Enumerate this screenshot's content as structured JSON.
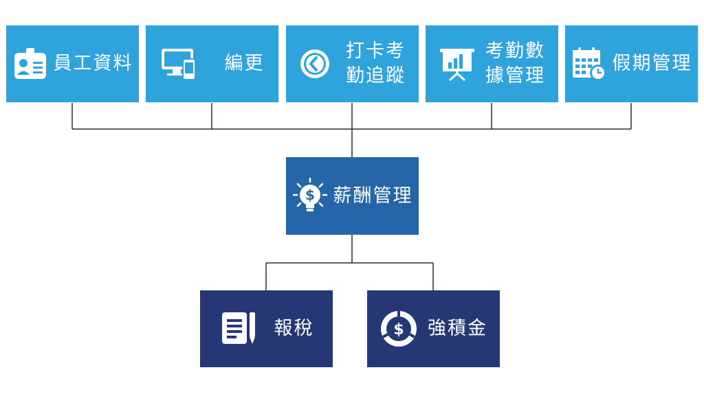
{
  "top_row": [
    {
      "label": "員工資料",
      "icon": "employee-badge-icon"
    },
    {
      "label": "編更",
      "icon": "devices-icon"
    },
    {
      "label": "打卡考\n勤追蹤",
      "icon": "clock-icon"
    },
    {
      "label": "考勤數\n據管理",
      "icon": "presentation-chart-icon"
    },
    {
      "label": "假期管理",
      "icon": "calendar-clock-icon"
    }
  ],
  "center": {
    "label": "薪酬管理",
    "icon": "lightbulb-dollar-icon"
  },
  "bottom_row": [
    {
      "label": "報稅",
      "icon": "document-pen-icon"
    },
    {
      "label": "強積金",
      "icon": "dollar-cycle-icon"
    }
  ],
  "colors": {
    "top": "#2fa3dc",
    "center": "#2466a7",
    "bottom": "#263775",
    "connector": "#1f2d3d"
  }
}
